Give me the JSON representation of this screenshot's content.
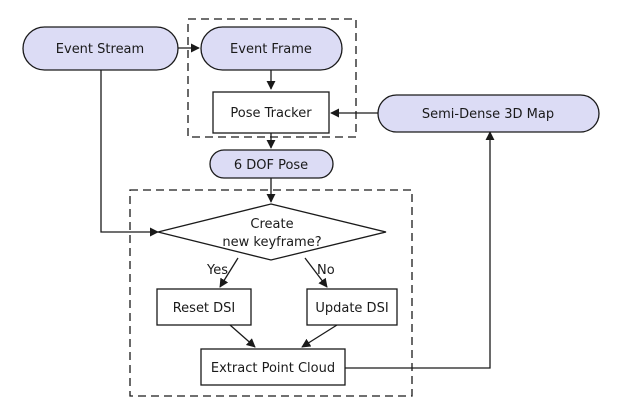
{
  "nodes": {
    "event_stream": "Event Stream",
    "event_frame": "Event Frame",
    "pose_tracker": "Pose Tracker",
    "semi_dense_map": "Semi-Dense 3D Map",
    "dof_pose": "6 DOF Pose",
    "create_keyframe_line1": "Create",
    "create_keyframe_line2": "new keyframe?",
    "reset_dsi": "Reset DSI",
    "update_dsi": "Update DSI",
    "extract_point_cloud": "Extract Point Cloud"
  },
  "edges": {
    "yes_label": "Yes",
    "no_label": "No"
  },
  "colors": {
    "pill_fill": "#dcdcf5",
    "stroke": "#1a1a1a"
  }
}
